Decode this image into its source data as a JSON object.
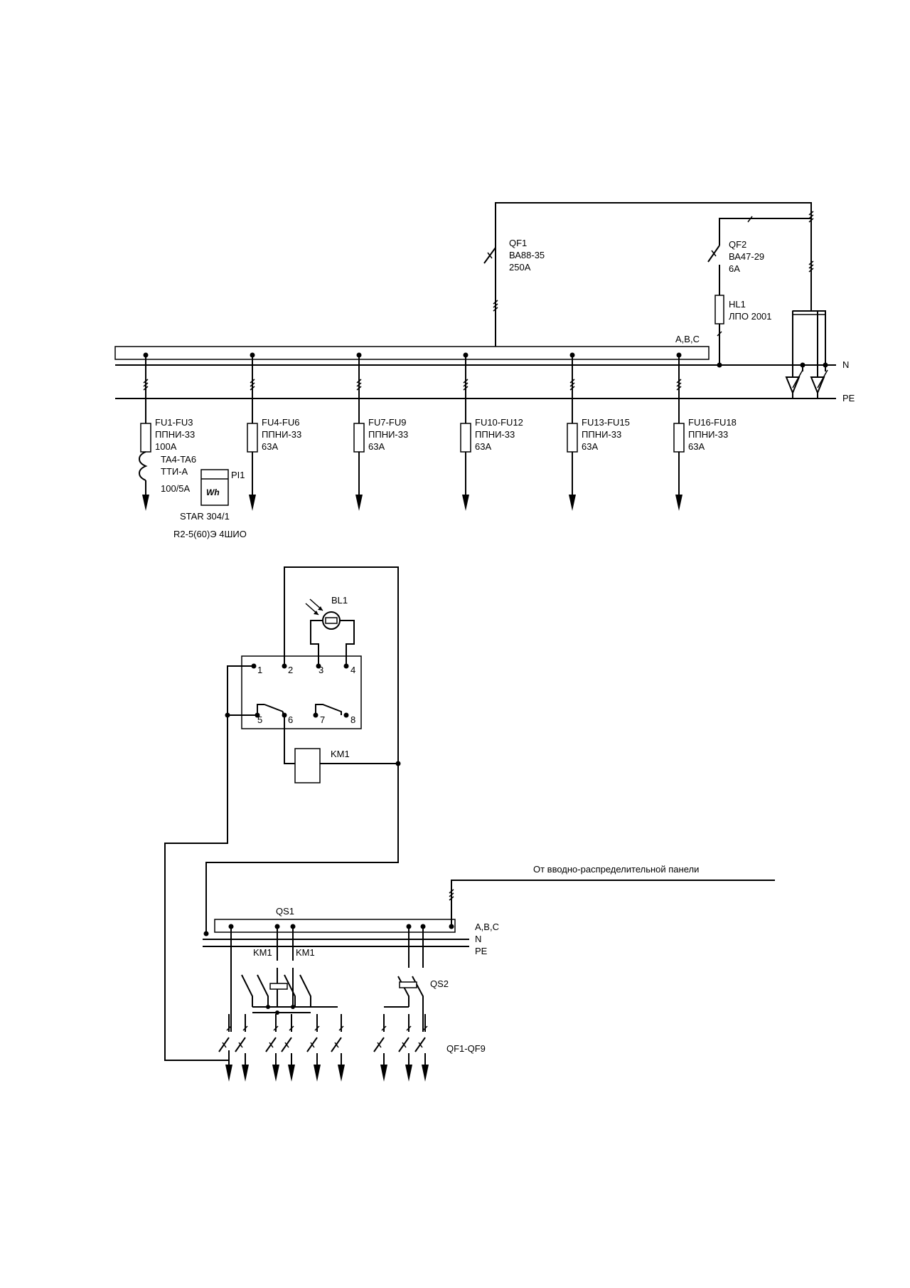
{
  "top": {
    "qf1": {
      "name": "QF1",
      "type": "ВА88-35",
      "rating": "250A"
    },
    "qf2": {
      "name": "QF2",
      "type": "ВА47-29",
      "rating": "6A"
    },
    "hl1": {
      "name": "HL1",
      "type": "ЛПО 2001"
    },
    "bus_label": "A,B,C",
    "n_label": "N",
    "pe_label": "PE",
    "feeders": [
      {
        "name": "FU1-FU3",
        "type": "ППНИ-33",
        "rating": "100A"
      },
      {
        "name": "FU4-FU6",
        "type": "ППНИ-33",
        "rating": "63A"
      },
      {
        "name": "FU7-FU9",
        "type": "ППНИ-33",
        "rating": "63A"
      },
      {
        "name": "FU10-FU12",
        "type": "ППНИ-33",
        "rating": "63A"
      },
      {
        "name": "FU13-FU15",
        "type": "ППНИ-33",
        "rating": "63A"
      },
      {
        "name": "FU16-FU18",
        "type": "ППНИ-33",
        "rating": "63A"
      }
    ],
    "ct": {
      "name": "TA4-TA6",
      "type": "ТТИ-А",
      "ratio": "100/5A"
    },
    "meter": {
      "name": "PI1",
      "symbol": "Wh",
      "model": "STAR 304/1",
      "spec": "R2-5(60)Э 4ШИО"
    }
  },
  "bottom": {
    "bl1": "BL1",
    "relay_terminals": [
      "1",
      "2",
      "3",
      "4",
      "5",
      "6",
      "7",
      "8"
    ],
    "km1_coil": "KM1",
    "km1_contacts": [
      "KM1",
      "KM1"
    ],
    "supply_label": "От вводно-распределительной панели",
    "qs1": "QS1",
    "qs2": "QS2",
    "bus_label": "A,B,C",
    "n_label": "N",
    "pe_label": "PE",
    "breakers_label": "QF1-QF9"
  }
}
